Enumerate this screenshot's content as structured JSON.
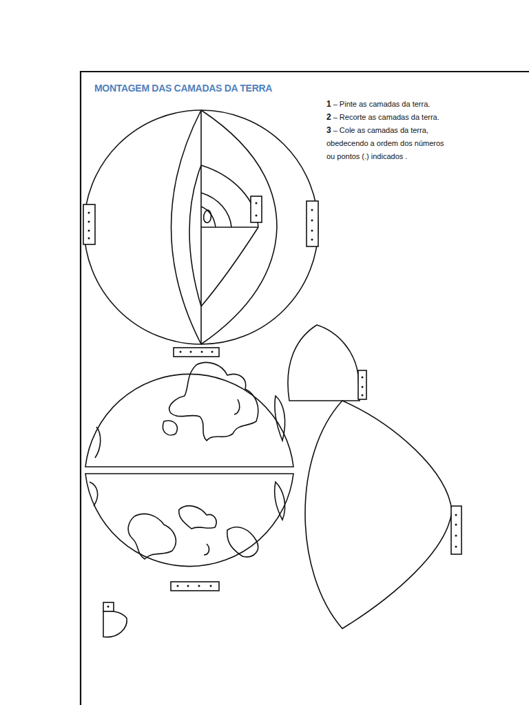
{
  "diagram": {
    "title": "MONTAGEM DAS CAMADAS DA TERRA",
    "labels": [
      "1",
      "– Pinte as camadas da terra.",
      "2",
      "– Recorte as camadas da terra.",
      "3",
      "– Cole as camadas da terra, obedecendo a ordem dos números ou pontos (.) indicados ."
    ]
  }
}
